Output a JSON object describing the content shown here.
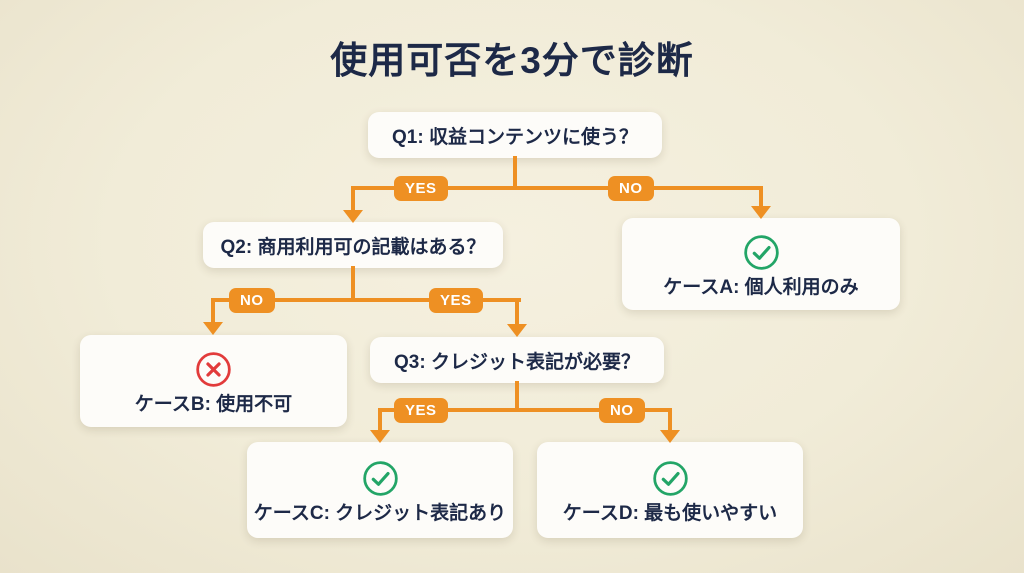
{
  "title": "使用可否を3分で診断",
  "nodes": {
    "q1": {
      "label": "Q1: 収益コンテンツに使う？"
    },
    "q2": {
      "label": "Q2: 商用利用可の記載はある？"
    },
    "q3": {
      "label": "Q3: クレジット表記が必要？"
    },
    "case_a": {
      "label": "ケースA: 個人利用のみ",
      "icon": "check-circle"
    },
    "case_b": {
      "label": "ケースB: 使用不可",
      "icon": "x-circle"
    },
    "case_c": {
      "label": "ケースC: クレジット表記あり",
      "icon": "check-circle"
    },
    "case_d": {
      "label": "ケースD: 最も使いやすい",
      "icon": "check-circle"
    }
  },
  "branches": {
    "q1_yes": "YES",
    "q1_no": "NO",
    "q2_no": "NO",
    "q2_yes": "YES",
    "q3_yes": "YES",
    "q3_no": "NO"
  },
  "colors": {
    "background": "#f1ecd8",
    "card": "#fdfcf9",
    "text_navy": "#1d2947",
    "accent_orange": "#ee9023",
    "success_green": "#23a567",
    "error_red": "#e23b3b"
  }
}
